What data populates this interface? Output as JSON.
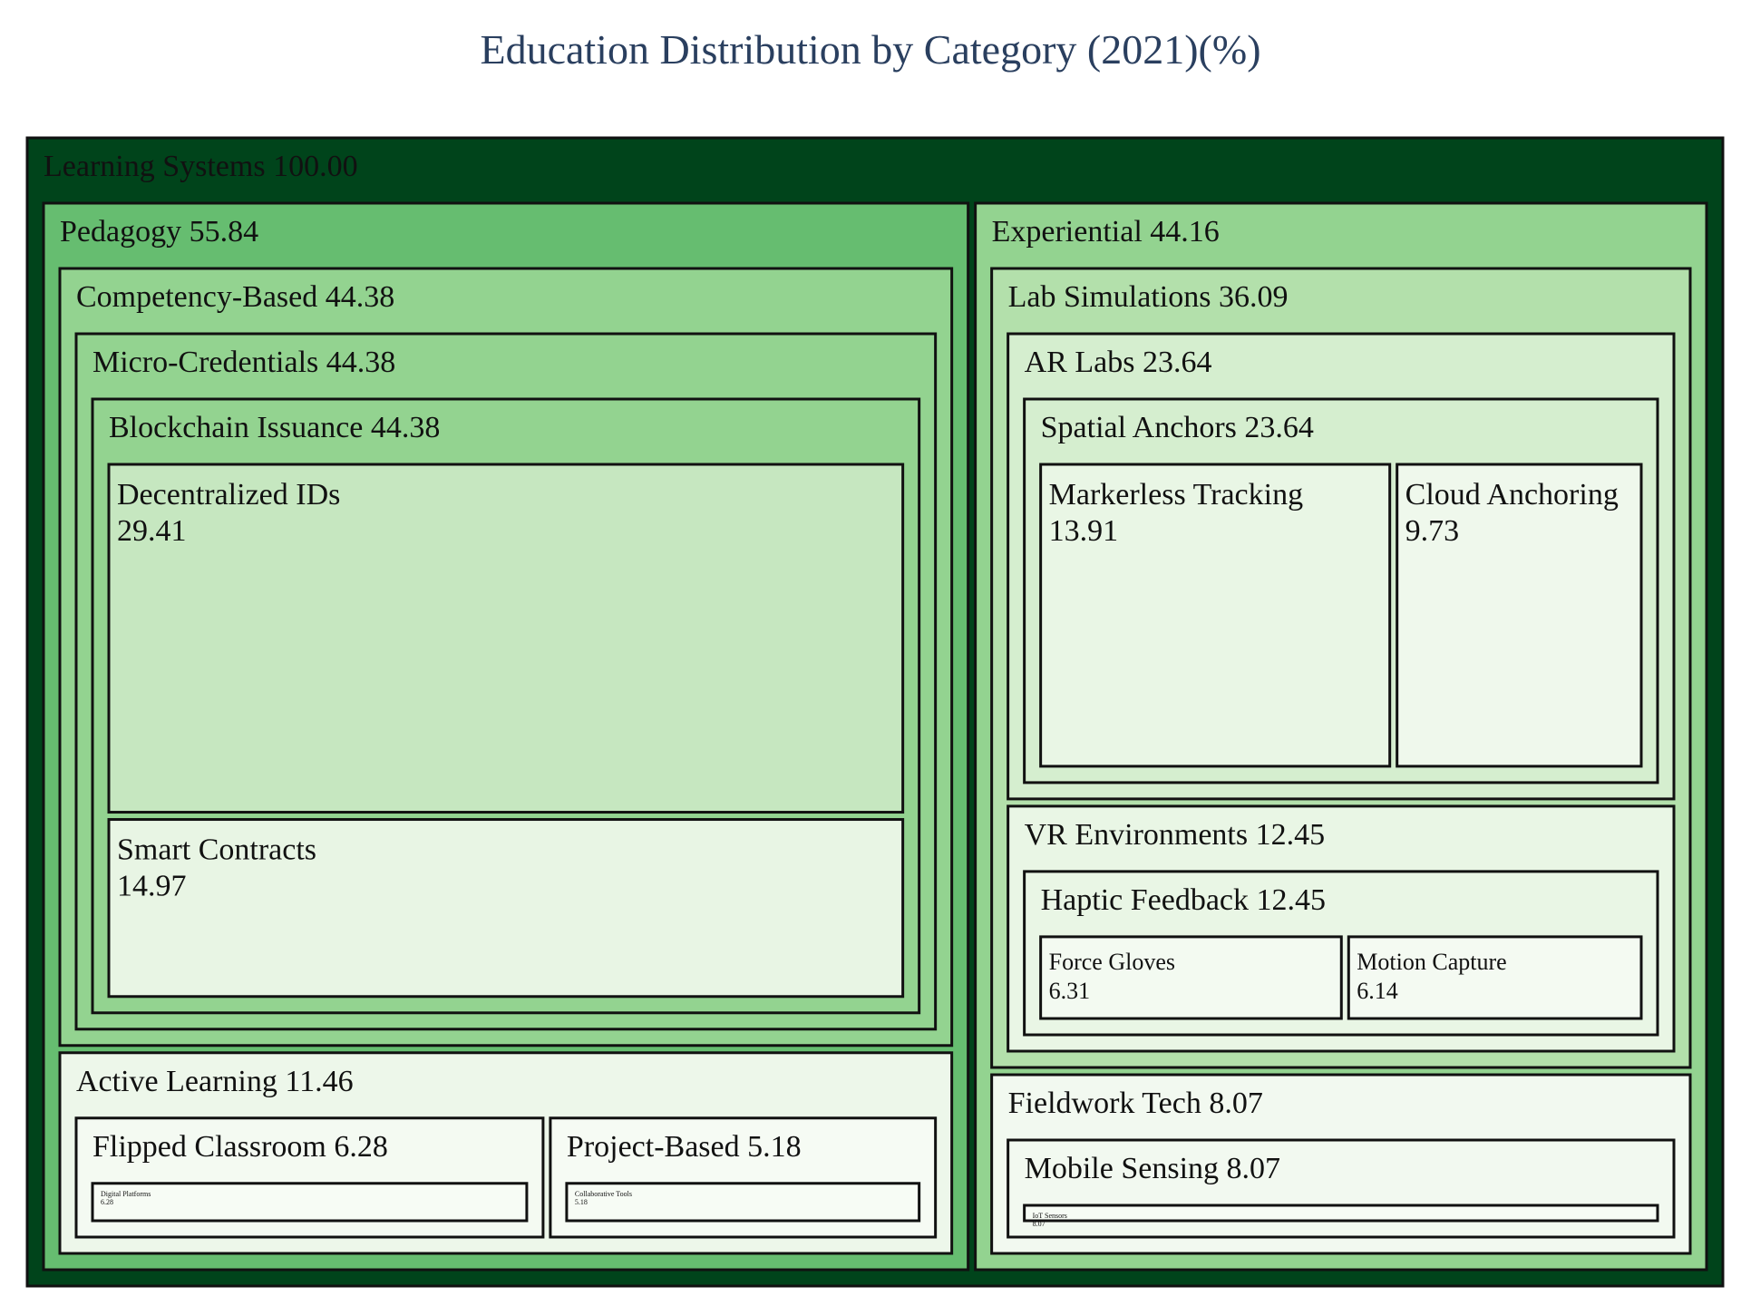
{
  "chart_data": {
    "type": "treemap",
    "title": "Education Distribution by Category (2021)(%)",
    "value_format": "2 decimals",
    "root": {
      "label": "Learning Systems",
      "value": 100.0,
      "color": "#00441b",
      "children": [
        {
          "label": "Pedagogy",
          "value": 55.84,
          "color": "#66bd70",
          "children": [
            {
              "label": "Competency-Based",
              "value": 44.38,
              "color": "#93d390",
              "children": [
                {
                  "label": "Micro-Credentials",
                  "value": 44.38,
                  "color": "#93d390",
                  "children": [
                    {
                      "label": "Blockchain Issuance",
                      "value": 44.38,
                      "color": "#93d390",
                      "children": [
                        {
                          "label": "Decentralized IDs",
                          "value": 29.41,
                          "color": "#c6e7c0"
                        },
                        {
                          "label": "Smart Contracts",
                          "value": 14.97,
                          "color": "#e8f5e4"
                        }
                      ]
                    }
                  ]
                }
              ]
            },
            {
              "label": "Active Learning",
              "value": 11.46,
              "color": "#edf7ea",
              "children": [
                {
                  "label": "Flipped Classroom",
                  "value": 6.28,
                  "color": "#f4faf2",
                  "children": [
                    {
                      "label": "Digital Platforms",
                      "value": 6.28,
                      "color": "#f7fcf5"
                    }
                  ]
                },
                {
                  "label": "Project-Based",
                  "value": 5.18,
                  "color": "#f6fbf4",
                  "children": [
                    {
                      "label": "Collaborative Tools",
                      "value": 5.18,
                      "color": "#f7fcf5"
                    }
                  ]
                }
              ]
            }
          ]
        },
        {
          "label": "Experiential",
          "value": 44.16,
          "color": "#93d390",
          "children": [
            {
              "label": "Lab Simulations",
              "value": 36.09,
              "color": "#b3e0ab",
              "children": [
                {
                  "label": "AR Labs",
                  "value": 23.64,
                  "color": "#d5eecf",
                  "children": [
                    {
                      "label": "Spatial Anchors",
                      "value": 23.64,
                      "color": "#d5eecf",
                      "children": [
                        {
                          "label": "Markerless Tracking",
                          "value": 13.91,
                          "color": "#e9f6e5"
                        },
                        {
                          "label": "Cloud Anchoring",
                          "value": 9.73,
                          "color": "#eff8ec"
                        }
                      ]
                    }
                  ]
                },
                {
                  "label": "VR Environments",
                  "value": 12.45,
                  "color": "#e9f6e5",
                  "children": [
                    {
                      "label": "Haptic Feedback",
                      "value": 12.45,
                      "color": "#e9f6e5",
                      "children": [
                        {
                          "label": "Force Gloves",
                          "value": 6.31,
                          "color": "#f3faf1"
                        },
                        {
                          "label": "Motion Capture",
                          "value": 6.14,
                          "color": "#f4faf2"
                        }
                      ]
                    }
                  ]
                }
              ]
            },
            {
              "label": "Fieldwork Tech",
              "value": 8.07,
              "color": "#f2f9f0",
              "children": [
                {
                  "label": "Mobile Sensing",
                  "value": 8.07,
                  "color": "#f2f9f0",
                  "children": [
                    {
                      "label": "IoT Sensors",
                      "value": 8.07,
                      "color": "#f7fcf5"
                    }
                  ]
                }
              ]
            }
          ]
        }
      ]
    }
  }
}
